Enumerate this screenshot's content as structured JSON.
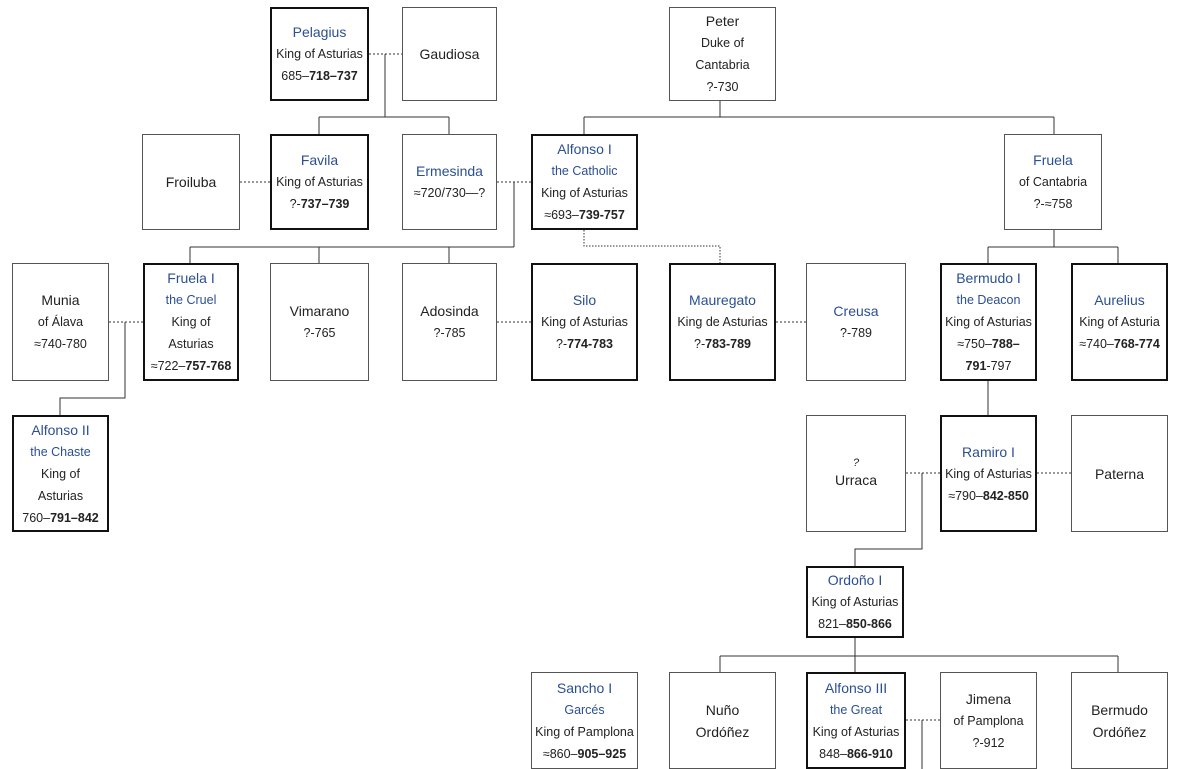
{
  "people": {
    "pelagius": {
      "name": "Pelagius",
      "title": "King of Asturias",
      "dates": [
        "685–",
        "718–737"
      ]
    },
    "gaudiosa": {
      "name": "Gaudiosa"
    },
    "peter": {
      "name": "Peter",
      "title_line1": "Duke of",
      "title_line2": "Cantabria",
      "dates": "?-730"
    },
    "froiluba": {
      "name": "Froiluba"
    },
    "favila": {
      "name": "Favila",
      "title": "King of Asturias",
      "dates": [
        "?-",
        "737–739"
      ]
    },
    "ermesinda": {
      "name": "Ermesinda",
      "dates": "≈720/730—?"
    },
    "alfonso1": {
      "name": "Alfonso I",
      "epithet": "the Catholic",
      "title": "King of Asturias",
      "dates": [
        "≈693–",
        "739-757"
      ]
    },
    "fruela_c": {
      "name": "Fruela",
      "title": "of Cantabria",
      "dates": "?-≈758"
    },
    "munia": {
      "name": "Munia",
      "title": "of Álava",
      "dates": "≈740-780"
    },
    "fruela1": {
      "name": "Fruela I",
      "epithet": "the Cruel",
      "title_line1": "King of",
      "title_line2": "Asturias",
      "dates": [
        "≈722–",
        "757-768"
      ]
    },
    "vimarano": {
      "name": "Vimarano",
      "dates": "?-765"
    },
    "adosinda": {
      "name": "Adosinda",
      "dates": "?-785"
    },
    "silo": {
      "name": "Silo",
      "title": "King of Asturias",
      "dates": [
        "?-",
        "774-783"
      ]
    },
    "mauregato": {
      "name": "Mauregato",
      "title": "King de Asturias",
      "dates": [
        "?-",
        "783-789"
      ]
    },
    "creusa": {
      "name": "Creusa",
      "dates": "?-789"
    },
    "bermudo1": {
      "name": "Bermudo I",
      "epithet": "the Deacon",
      "title": "King of Asturias",
      "dates_line1": [
        "≈750–",
        "788–"
      ],
      "dates_line2": [
        "791",
        "-797"
      ]
    },
    "aurelius": {
      "name": "Aurelius",
      "title": "King of Asturia",
      "dates": [
        "≈740–",
        "768-774"
      ]
    },
    "alfonso2": {
      "name": "Alfonso II",
      "epithet": "the Chaste",
      "title_line1": "King of",
      "title_line2": "Asturias",
      "dates": [
        "760–",
        "791–842"
      ]
    },
    "urraca": {
      "mark": "?",
      "name": "Urraca"
    },
    "ramiro1": {
      "name": "Ramiro I",
      "title": "King of Asturias",
      "dates": [
        "≈790–",
        "842-850"
      ]
    },
    "paterna": {
      "name": "Paterna"
    },
    "ordono1": {
      "name": "Ordoño I",
      "title": "King of Asturias",
      "dates": [
        "821–",
        "850-866"
      ]
    },
    "sancho1": {
      "name": "Sancho I",
      "epithet": "Garcés",
      "title": "King of Pamplona",
      "dates": [
        "≈860–",
        "905–925"
      ]
    },
    "nuno": {
      "name_line1": "Nuño",
      "name_line2": "Ordóñez"
    },
    "alfonso3": {
      "name": "Alfonso III",
      "epithet": "the Great",
      "title": "King of Asturias",
      "dates": [
        "848–",
        "866-910"
      ]
    },
    "jimena": {
      "name": "Jimena",
      "title": "of Pamplona",
      "dates": "?-912"
    },
    "bermudo_o": {
      "name_line1": "Bermudo",
      "name_line2": "Ordóñez"
    }
  },
  "colors": {
    "link": "#2b4f93",
    "text": "#222222",
    "line": "#333333"
  }
}
